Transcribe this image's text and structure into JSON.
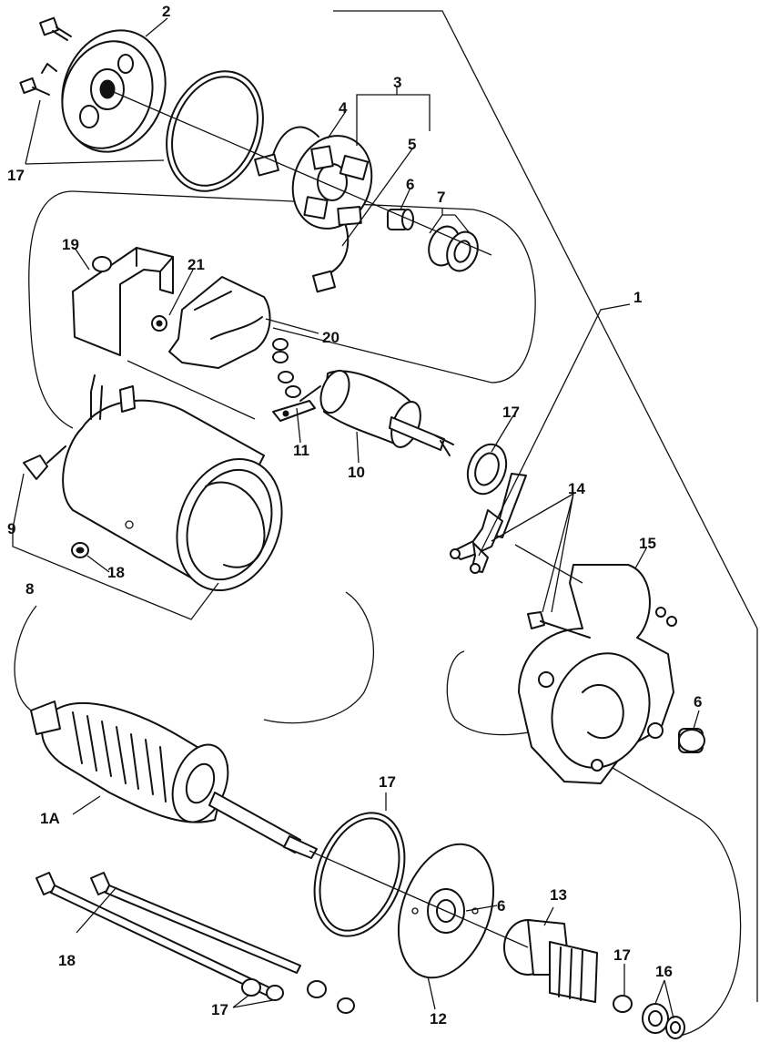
{
  "labels": {
    "n1": "1",
    "n1a": "1A",
    "n2": "2",
    "n3": "3",
    "n4": "4",
    "n5": "5",
    "n6a": "6",
    "n6b": "6",
    "n6c": "6",
    "n7": "7",
    "n8": "8",
    "n9": "9",
    "n10": "10",
    "n11": "11",
    "n12": "12",
    "n13": "13",
    "n14": "14",
    "n15": "15",
    "n16": "16",
    "n17a": "17",
    "n17b": "17",
    "n17c": "17",
    "n17d": "17",
    "n17e": "17",
    "n18a": "18",
    "n18b": "18",
    "n19": "19",
    "n20": "20",
    "n21": "21"
  }
}
